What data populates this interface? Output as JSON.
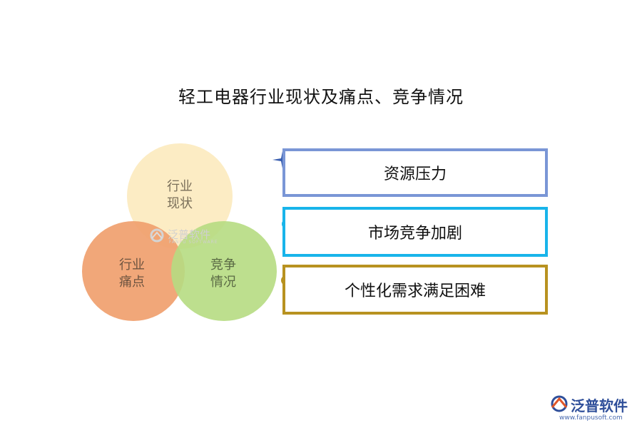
{
  "title": "轻工电器行业现状及痛点、竞争情况",
  "venn": {
    "circles": [
      {
        "line1": "行业",
        "line2": "现状",
        "color": "#FCEABE"
      },
      {
        "line1": "行业",
        "line2": "痛点",
        "color": "#F0A06E"
      },
      {
        "line1": "竞争",
        "line2": "情况",
        "color": "#B6DC82"
      }
    ]
  },
  "items": [
    {
      "label": "资源压力",
      "color": "#7A96D6"
    },
    {
      "label": "市场竞争加剧",
      "color": "#18B4EA"
    },
    {
      "label": "个性化需求满足困难",
      "color": "#B89220"
    }
  ],
  "watermark": {
    "name": "泛普软件",
    "sub": "FANPU SOFTWARE"
  },
  "brand": {
    "name": "泛普软件",
    "url": "www.fanpusoft.com"
  }
}
